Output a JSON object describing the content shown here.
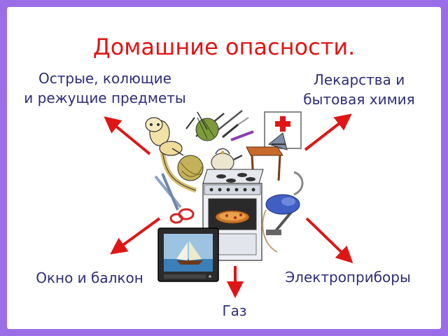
{
  "title": "Домашние опасности.",
  "labels": {
    "sharp_line1": "Острые, колющие",
    "sharp_line2": "и режущие предметы",
    "medicine_line1": "Лекарства и",
    "medicine_line2": "бытовая химия",
    "window": "Окно и балкон",
    "electrical": "Электроприборы",
    "gas": "Газ"
  },
  "colors": {
    "frame": "#9b6ee8",
    "title": "#e01515",
    "label": "#2e2d78",
    "arrow": "#e01515"
  },
  "icons": [
    "scissors-icon",
    "knives-icon",
    "yarn-needles-icon",
    "iron-icon",
    "first-aid-kit-icon",
    "table-icon",
    "kettle-icon",
    "gas-stove-icon",
    "oven-pizza-icon",
    "tv-icon",
    "vacuum-cleaner-icon",
    "electric-plug-icon"
  ]
}
